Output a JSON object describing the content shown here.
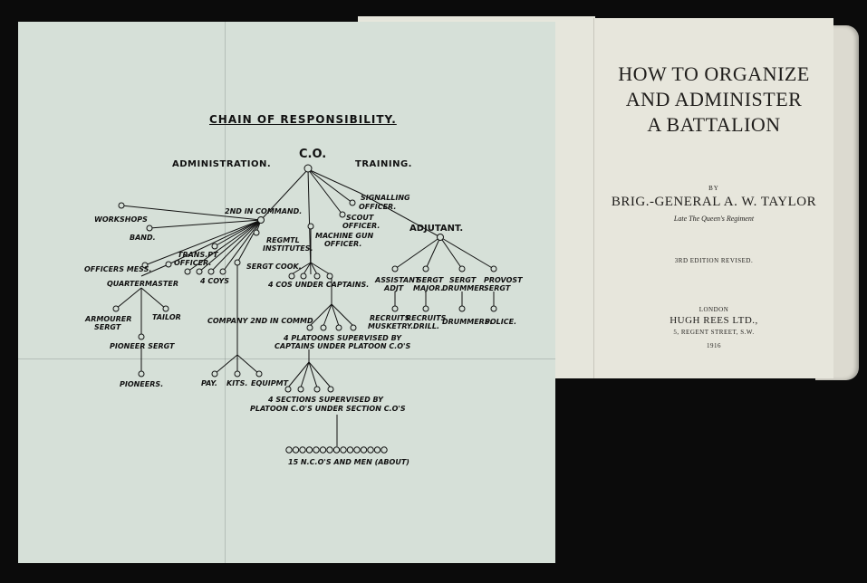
{
  "title_page": {
    "title_line1": "HOW TO ORGANIZE",
    "title_line2": "AND ADMINISTER",
    "title_line3": "A BATTALION",
    "by": "BY",
    "author": "BRIG.-GENERAL A. W. TAYLOR",
    "author_note": "Late The Queen's Regiment",
    "edition": "3RD EDITION REVISED.",
    "city": "LONDON",
    "publisher": "HUGH REES LTD.,",
    "address": "5, REGENT STREET, S.W.",
    "year": "1916"
  },
  "diagram": {
    "title": "CHAIN OF RESPONSIBILITY.",
    "administration": "ADMINISTRATION.",
    "training": "TRAINING.",
    "co": "C.O.",
    "second_in_command": "2ND IN COMMAND.",
    "workshops": "WORKSHOPS",
    "band": "BAND.",
    "transport_officer_1": "TRANS.PT",
    "transport_officer_2": "OFFICER.",
    "officers_mess": "OFFICERS MESS.",
    "quartermaster": "QUARTERMASTER",
    "armourer_1": "ARMOURER",
    "armourer_2": "SERGT",
    "tailor": "TAILOR",
    "pioneer_sergt": "PIONEER SERGT",
    "pioneers": "PIONEERS.",
    "four_coys": "4 COYS",
    "sergt_cook": "SERGT COOK.",
    "regimental_institutes_1": "REGMTL",
    "regimental_institutes_2": "INSTITUTES.",
    "company_2nd": "COMPANY 2ND IN COMMD",
    "pay": "PAY.",
    "kits": "KITS.",
    "equipment": "EQUIPMT",
    "machine_gun_1": "MACHINE GUN",
    "machine_gun_2": "OFFICER.",
    "scout_1": "SCOUT",
    "scout_2": "OFFICER.",
    "signalling_1": "SIGNALLING",
    "signalling_2": "OFFICER.",
    "four_coys_captains": "4 COS UNDER CAPTAINS.",
    "platoons_1": "4 PLATOONS SUPERVISED BY",
    "platoons_2": "CAPTAINS UNDER PLATOON C.O'S",
    "sections_1": "4 SECTIONS SUPERVISED BY",
    "sections_2": "PLATOON C.O'S UNDER SECTION C.O'S",
    "ncos_men": "15 N.C.O'S AND MEN (ABOUT)",
    "adjutant": "ADJUTANT.",
    "asst_adjt_1": "ASSISTANT",
    "asst_adjt_2": "ADJT",
    "sergt_major_1": "SERGT",
    "sergt_major_2": "MAJOR.",
    "sergt_drummer_1": "SERGT",
    "sergt_drummer_2": "DRUMMER.",
    "provost_1": "PROVOST",
    "provost_2": "SERGT",
    "recruits_musketry_1": "RECRUITS",
    "recruits_musketry_2": "MUSKETRY.",
    "recruits_drill_1": "RECRUITS",
    "recruits_drill_2": "DRILL.",
    "drummers": "DRUMMERS.",
    "police": "POLICE."
  }
}
